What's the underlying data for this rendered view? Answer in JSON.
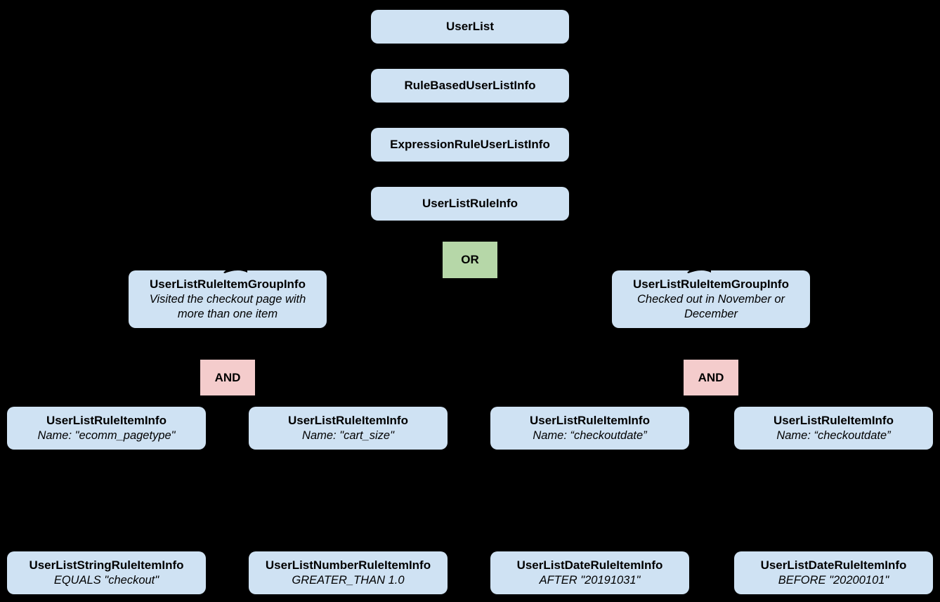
{
  "diagram": {
    "description": "UserList rule hierarchy tree",
    "colors": {
      "background": "#000000",
      "class_box_fill": "#cfe2f3",
      "or_box_fill": "#b6d7a8",
      "and_box_fill": "#f4cccc",
      "text": "#000000"
    },
    "nodes": {
      "user_list": {
        "title": "UserList"
      },
      "rule_based_user_list_info": {
        "title": "RuleBasedUserListInfo"
      },
      "expression_rule_user_list_info": {
        "title": "ExpressionRuleUserListInfo"
      },
      "user_list_rule_info": {
        "title": "UserListRuleInfo"
      },
      "or_operator": {
        "label": "OR"
      },
      "group_left": {
        "title": "UserListRuleItemGroupInfo",
        "subtitle": "Visited the checkout page with\nmore than one item"
      },
      "group_right": {
        "title": "UserListRuleItemGroupInfo",
        "subtitle": "Checked out in November or\nDecember"
      },
      "and_left": {
        "label": "AND"
      },
      "and_right": {
        "label": "AND"
      },
      "item_ecomm_pagetype": {
        "title": "UserListRuleItemInfo",
        "subtitle": "Name: \"ecomm_pagetype\""
      },
      "item_cart_size": {
        "title": "UserListRuleItemInfo",
        "subtitle": "Name: \"cart_size\""
      },
      "item_checkoutdate_after": {
        "title": "UserListRuleItemInfo",
        "subtitle": "Name: “checkoutdate”"
      },
      "item_checkoutdate_before": {
        "title": "UserListRuleItemInfo",
        "subtitle": "Name: “checkoutdate”"
      },
      "leaf_string": {
        "title": "UserListStringRuleItemInfo",
        "subtitle": "EQUALS \"checkout\""
      },
      "leaf_number": {
        "title": "UserListNumberRuleItemInfo",
        "subtitle": "GREATER_THAN 1.0"
      },
      "leaf_date_after": {
        "title": "UserListDateRuleItemInfo",
        "subtitle": "AFTER \"20191031\""
      },
      "leaf_date_before": {
        "title": "UserListDateRuleItemInfo",
        "subtitle": "BEFORE \"20200101\""
      }
    }
  }
}
